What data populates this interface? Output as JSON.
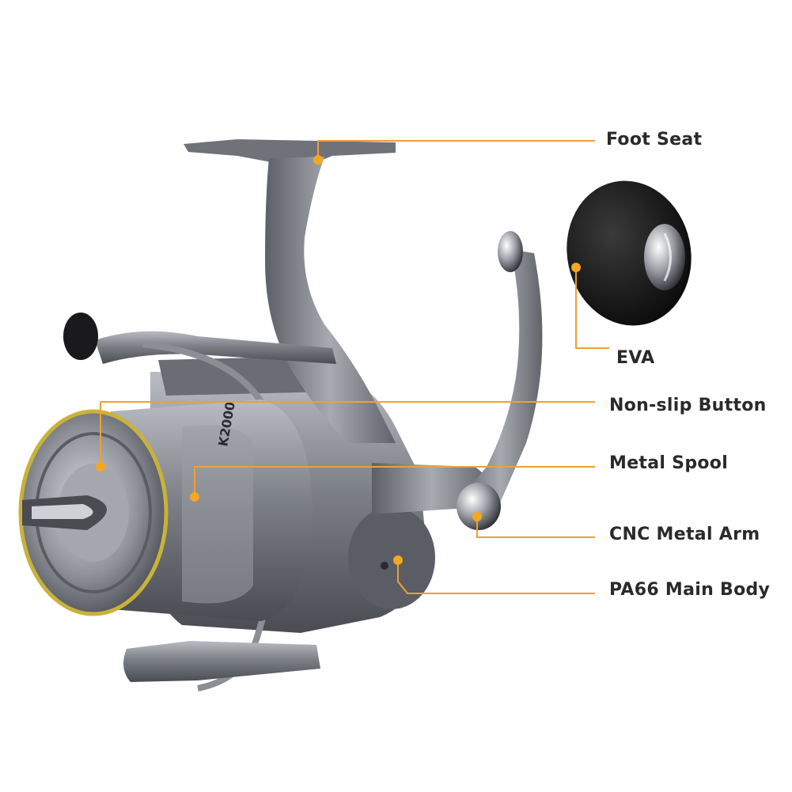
{
  "callouts": {
    "foot_seat": "Foot Seat",
    "eva": "EVA",
    "non_slip_button": "Non-slip Button",
    "metal_spool": "Metal Spool",
    "cnc_metal_arm": "CNC Metal Arm",
    "pa66_main_body": "PA66 Main Body"
  },
  "colors": {
    "leader_line": "#f0a030",
    "leader_dot": "#f5a623",
    "label_text": "#2a2a2a",
    "reel_metal": "#8a8d94",
    "spool_trim": "#c9b23a",
    "knob": "#141414"
  },
  "spool_marking": "K2000"
}
